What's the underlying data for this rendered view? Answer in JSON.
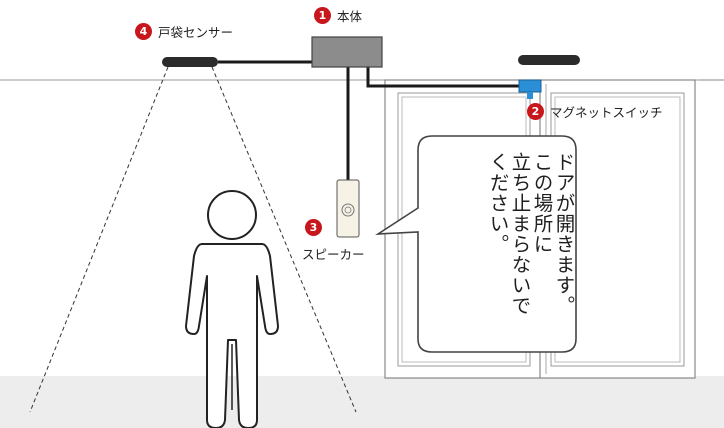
{
  "callouts": {
    "main_unit": {
      "number": "1",
      "label": "本体"
    },
    "magnetic_switch": {
      "number": "2",
      "label": "マグネットスイッチ"
    },
    "speaker": {
      "number": "3",
      "label": "スピーカー"
    },
    "pocket_sensor": {
      "number": "4",
      "label": "戸袋センサー"
    }
  },
  "speech_bubble": {
    "lines": [
      "ドアが開きます。",
      "この場所に",
      "立ち止まらないで",
      "ください。"
    ]
  },
  "colors": {
    "badge": "#c8161d",
    "wire": "#1a1a1a",
    "main_unit_box": "#8c8c8c",
    "magnetic_switch": "#2a8fd6",
    "floor": "#ededed",
    "sensor": "#2b2b2b"
  }
}
